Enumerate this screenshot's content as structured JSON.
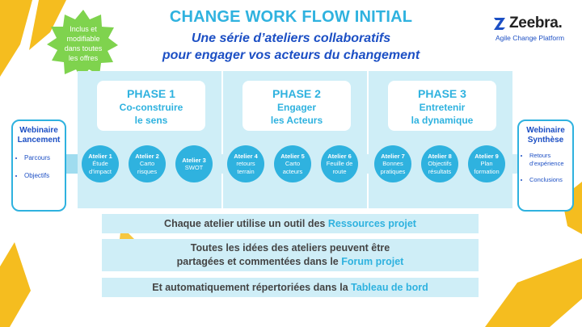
{
  "header": {
    "title": "CHANGE WORK FLOW INITIAL",
    "subtitle_line1": "Une série d’ateliers collaboratifs",
    "subtitle_line2": "pour engager vos acteurs du changement"
  },
  "logo": {
    "name": "Zeebra.",
    "tagline": "Agile Change Platform"
  },
  "badge": {
    "line1": "Inclus et",
    "line2": "modifiable",
    "line3": "dans toutes",
    "line4": "les offres"
  },
  "phases": [
    {
      "name": "PHASE 1",
      "desc1": "Co-construire",
      "desc2": "le sens"
    },
    {
      "name": "PHASE 2",
      "desc1": "Engager",
      "desc2": "les Acteurs"
    },
    {
      "name": "PHASE 3",
      "desc1": "Entretenir",
      "desc2": "la dynamique"
    }
  ],
  "ateliers": [
    {
      "num": "Atelier 1",
      "l1": "Étude",
      "l2": "d’impact"
    },
    {
      "num": "Atelier 2",
      "l1": "Carto",
      "l2": "risques"
    },
    {
      "num": "Atelier 3",
      "l1": "SWOT",
      "l2": ""
    },
    {
      "num": "Atelier 4",
      "l1": "retours",
      "l2": "terrain"
    },
    {
      "num": "Atelier 5",
      "l1": "Carto",
      "l2": "acteurs"
    },
    {
      "num": "Atelier 6",
      "l1": "Feuille de",
      "l2": "route"
    },
    {
      "num": "Atelier 7",
      "l1": "Bonnes",
      "l2": "pratiques"
    },
    {
      "num": "Atelier 8",
      "l1": "Objectifs",
      "l2": "résultats"
    },
    {
      "num": "Atelier 9",
      "l1": "Plan",
      "l2": "formation"
    }
  ],
  "webinaire_lancement": {
    "title1": "Webinaire",
    "title2": "Lancement",
    "items": [
      "Parcours",
      "Objectifs"
    ]
  },
  "webinaire_synthese": {
    "title1": "Webinaire",
    "title2": "Synthèse",
    "items": [
      "Retours d’expérience",
      "Conclusions"
    ]
  },
  "bars": {
    "bar1_text": "Chaque atelier utilise un outil des ",
    "bar1_link": "Ressources projet",
    "bar2_line1": "Toutes les idées des ateliers peuvent être",
    "bar2_text": "partagées et commentées dans le ",
    "bar2_link": "Forum projet",
    "bar3_text": "Et automatiquement répertoriées dans la ",
    "bar3_link": "Tableau de bord"
  },
  "colors": {
    "accent": "#2fb2df",
    "dark_blue": "#1c4fc4",
    "yellow": "#f5bd1f",
    "badge_green": "#7fd34e",
    "light_band": "#cfeef7"
  }
}
